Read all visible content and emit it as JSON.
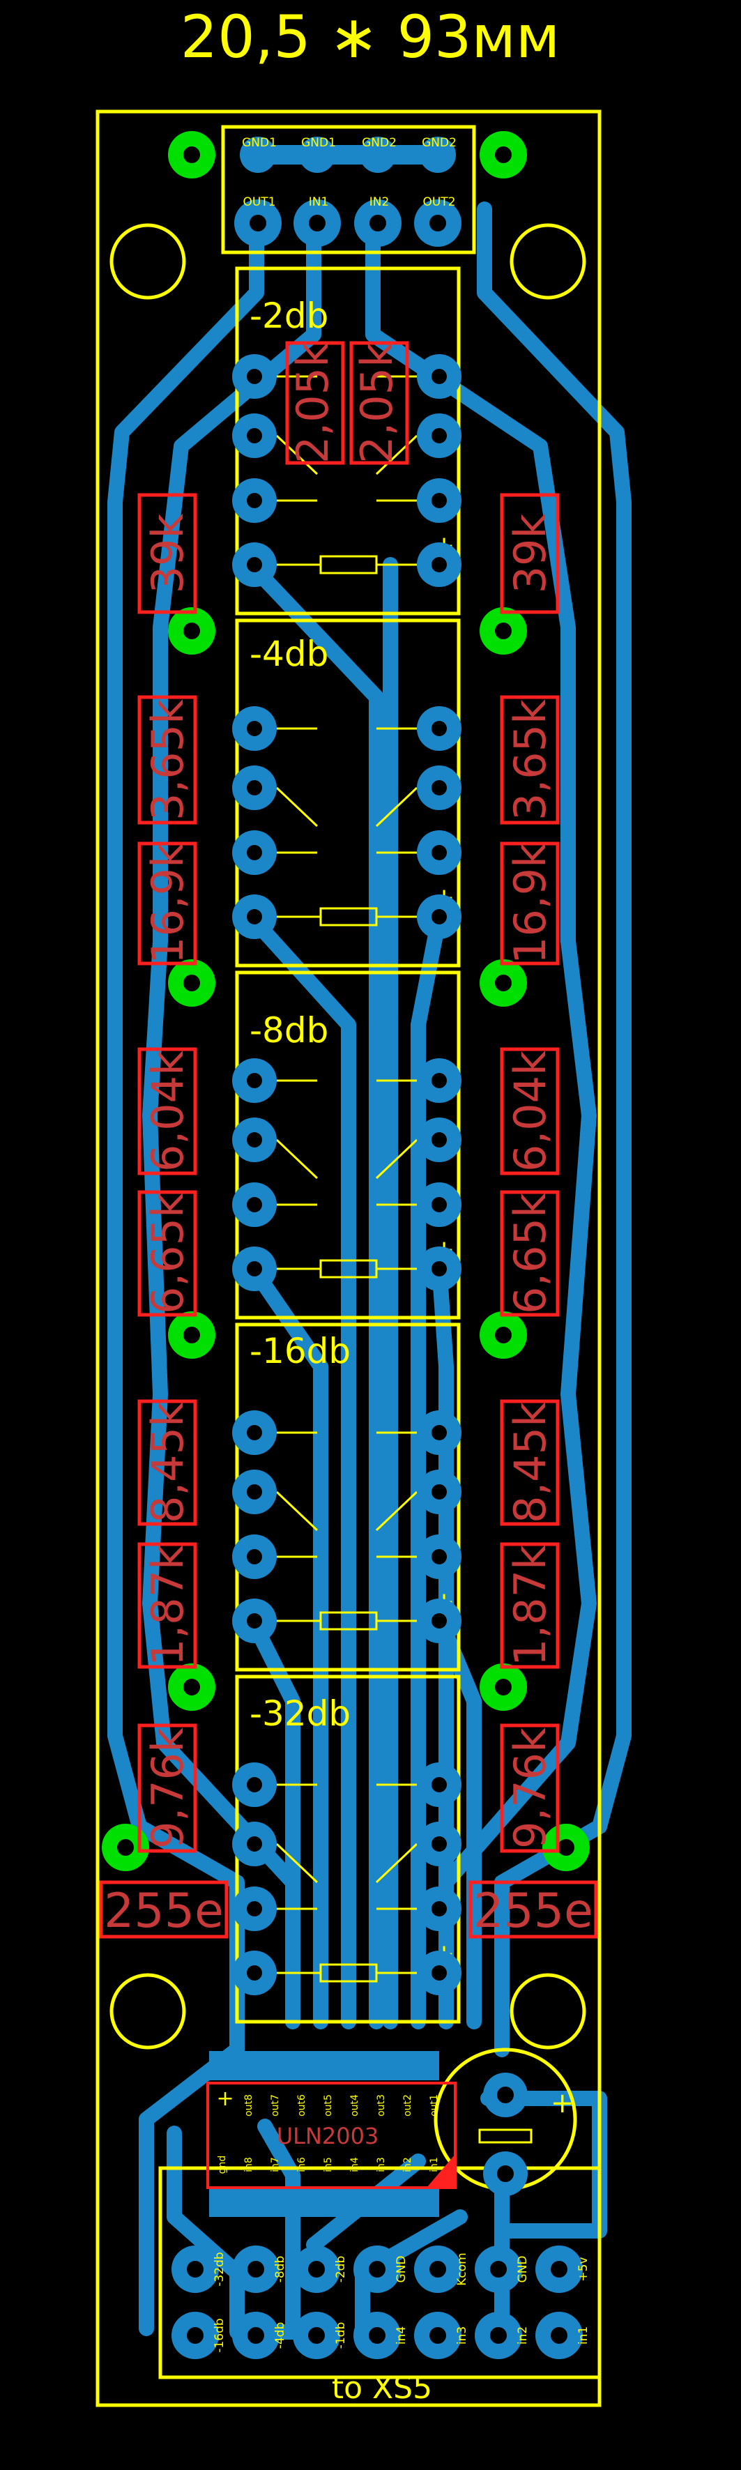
{
  "title": "20,5 ∗ 93мм",
  "colors": {
    "background": "#000000",
    "silkscreen": "#ffff00",
    "copper": "#1b86c8",
    "mount_pad": "#00e000",
    "resistor_outline": "#ff2020",
    "resistor_text": "#c83a3a",
    "chip_outline": "#ff2020"
  },
  "connector_top": {
    "gnd_labels": [
      "GND1",
      "GND1",
      "GND2",
      "GND2"
    ],
    "io_labels": [
      "OUT1",
      "IN1",
      "IN2",
      "OUT2"
    ]
  },
  "stages": [
    {
      "label": "-2db"
    },
    {
      "label": "-4db"
    },
    {
      "label": "-8db"
    },
    {
      "label": "-16db"
    },
    {
      "label": "-32db"
    }
  ],
  "resistors": {
    "top_pair": [
      "2,05k",
      "2,05k"
    ],
    "r39_left": "39k",
    "r39_right": "39k",
    "r365_left": "3,65k",
    "r365_right": "3,65k",
    "r169_left": "16,9k",
    "r169_right": "16,9k",
    "r604_left": "6,04k",
    "r604_right": "6,04k",
    "r665_left": "6,65k",
    "r665_right": "6,65k",
    "r845_left": "8,45k",
    "r845_right": "8,45k",
    "r187_left": "1,87k",
    "r187_right": "1,87k",
    "r976_left": "9,76k",
    "r976_right": "9,76k",
    "r255_left": "255e",
    "r255_right": "255e"
  },
  "relay_plus": "+",
  "chip": {
    "name": "ULN2003",
    "top_pins": [
      "+",
      "out8",
      "out7",
      "out6",
      "out5",
      "out4",
      "out3",
      "out2",
      "out1"
    ],
    "bottom_pins": [
      "gnd",
      "in8",
      "in7",
      "in6",
      "in5",
      "in4",
      "in3",
      "in2",
      "in1"
    ]
  },
  "capacitor_plus": "+",
  "bottom_connector": {
    "row_top": [
      "-32db",
      "-8db",
      "-2db",
      "GND",
      "Kcom",
      "GND",
      "+5v"
    ],
    "row_bottom": [
      "-16db",
      "-4db",
      "-1db",
      "in4",
      "in3",
      "in2",
      "in1"
    ]
  },
  "footer_label": "to XS5"
}
